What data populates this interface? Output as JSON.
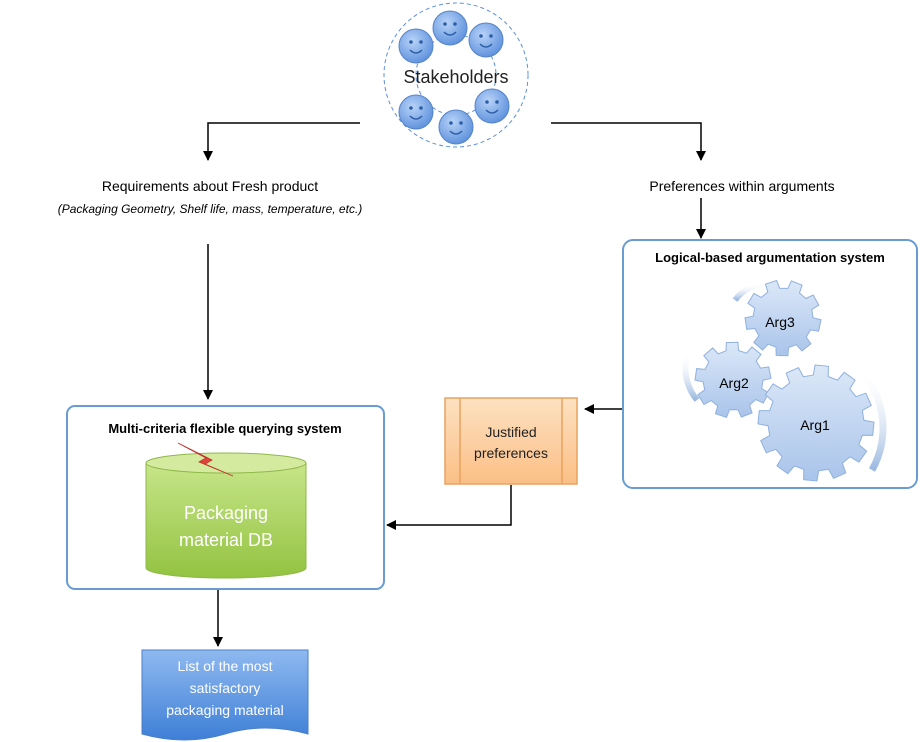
{
  "stakeholders": {
    "label": "Stakeholders"
  },
  "requirements": {
    "title": "Requirements about Fresh product",
    "subtitle": "(Packaging Geometry, Shelf life, mass, temperature, etc.)"
  },
  "preferences": {
    "title": "Preferences within arguments"
  },
  "argumentation": {
    "title": "Logical-based argumentation system",
    "gears": [
      "Arg3",
      "Arg2",
      "Arg1"
    ]
  },
  "justified": {
    "line1": "Justified",
    "line2": "preferences"
  },
  "querying": {
    "title": "Multi-criteria flexible querying system",
    "db_line1": "Packaging",
    "db_line2": "material DB"
  },
  "output": {
    "line1": "List of the most",
    "line2": "satisfactory",
    "line3": "packaging material"
  },
  "colors": {
    "box_border": "#6a9bd2",
    "smiley": "#7aa8e6",
    "gear": "#c7d9f3",
    "db": "#a8cf5a",
    "justified": "#fcc791",
    "doc": "#4f8fe0"
  }
}
